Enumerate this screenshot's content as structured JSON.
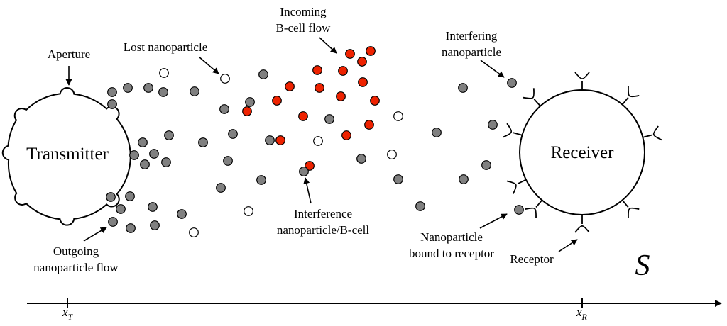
{
  "labels": {
    "aperture": "Aperture",
    "lost": "Lost nanoparticle",
    "incoming_1": "Incoming",
    "incoming_2": "B-cell flow",
    "interfering_1": "Interfering",
    "interfering_2": "nanoparticle",
    "transmitter": "Transmitter",
    "receiver": "Receiver",
    "interference_1": "Interference",
    "interference_2": "nanoparticle/B-cell",
    "outgoing_1": "Outgoing",
    "outgoing_2": "nanoparticle flow",
    "bound_1": "Nanoparticle",
    "bound_2": "bound to receptor",
    "receptor": "Receptor",
    "space": "S"
  },
  "axis": {
    "xT_main": "x",
    "xT_sub": "T",
    "xR_main": "x",
    "xR_sub": "R"
  },
  "colors": {
    "nanoparticle": "#808080",
    "bcell": "#ee2200",
    "lost": "#ffffff",
    "stroke": "#000000"
  }
}
